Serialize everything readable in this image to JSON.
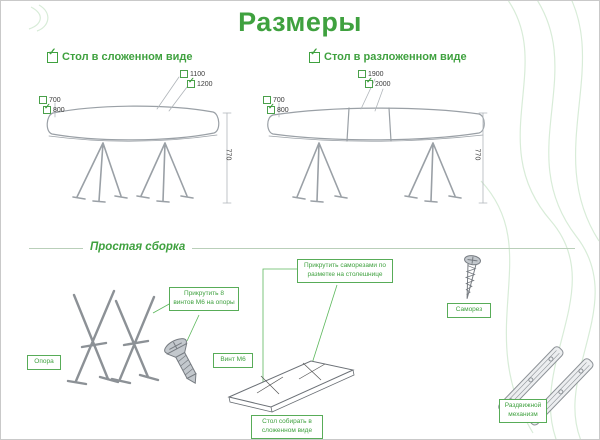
{
  "title": "Размеры",
  "icons": {
    "check": "✓"
  },
  "colors": {
    "accent": "#3fa13f",
    "drawing_gray": "#8c9196"
  },
  "folded": {
    "header": "Стол в сложенном виде",
    "length_option_1": "1100",
    "length_option_2": "1200",
    "width_option_1": "700",
    "width_option_2": "800",
    "height": "770"
  },
  "unfolded": {
    "header": "Стол в разложенном виде",
    "length_option_1": "1900",
    "length_option_2": "2000",
    "width_option_1": "700",
    "width_option_2": "800",
    "height": "770"
  },
  "assembly": {
    "header": "Простая сборка",
    "support_label": "Опора",
    "bolts_note": "Прикрутить 8 винтов М6 на опоры",
    "bolt_label": "Винт М6",
    "screws_note": "Прикрутить саморезами по разметке на столешнице",
    "screw_label": "Саморез",
    "mechanism_label": "Раздвижной механизм",
    "assemble_note": "Стол собирать в сложенном виде"
  }
}
